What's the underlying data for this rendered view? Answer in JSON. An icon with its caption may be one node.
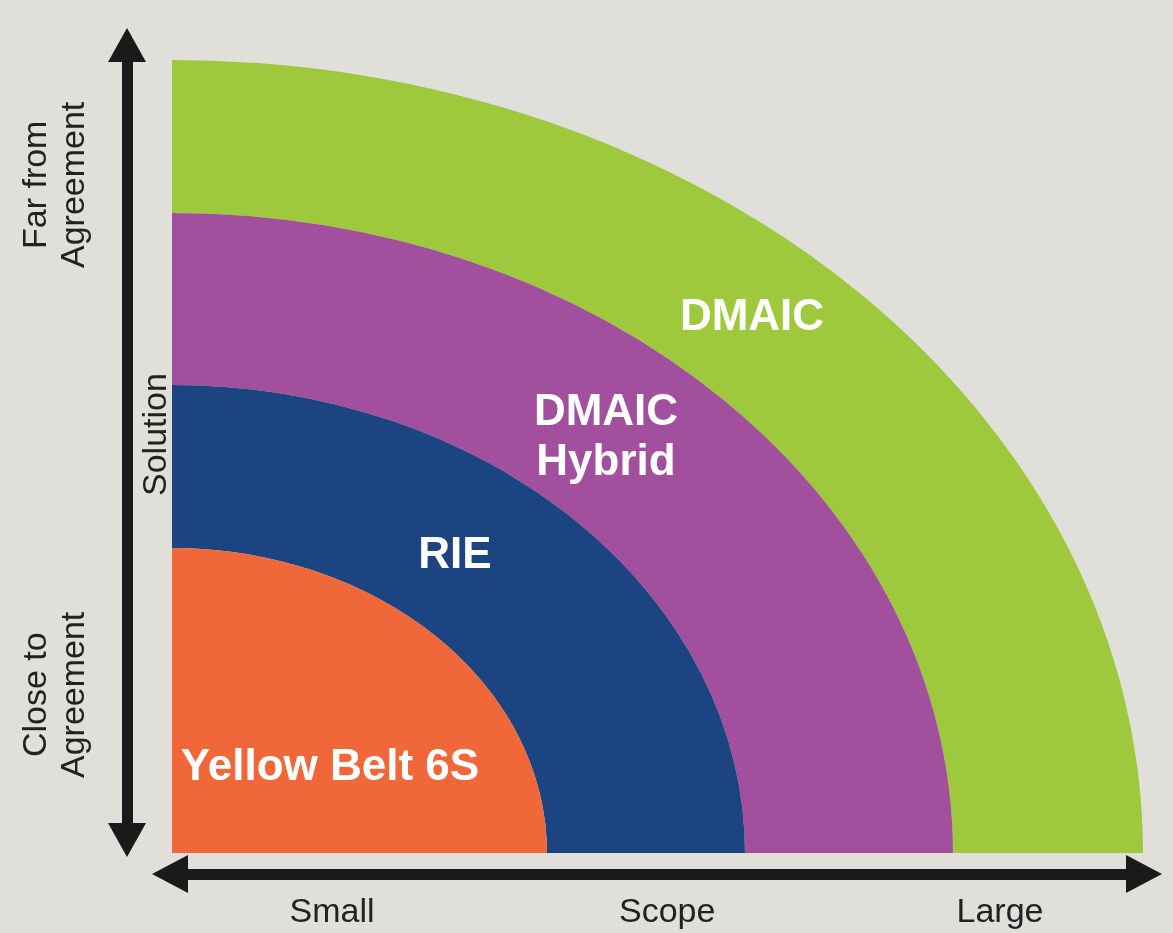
{
  "diagram": {
    "nodes": [
      {
        "text": [
          "DMAIC"
        ]
      },
      {
        "text": [
          "DMAIC Hybrid"
        ]
      },
      {
        "text": [
          "RIE"
        ]
      },
      {
        "text": [
          "Yellow Belt 6S"
        ]
      }
    ],
    "edges": [],
    "labels": [
      "Far from Agreement",
      "Solution",
      "Close to Agreement",
      "Small",
      "Scope",
      "Large"
    ]
  }
}
